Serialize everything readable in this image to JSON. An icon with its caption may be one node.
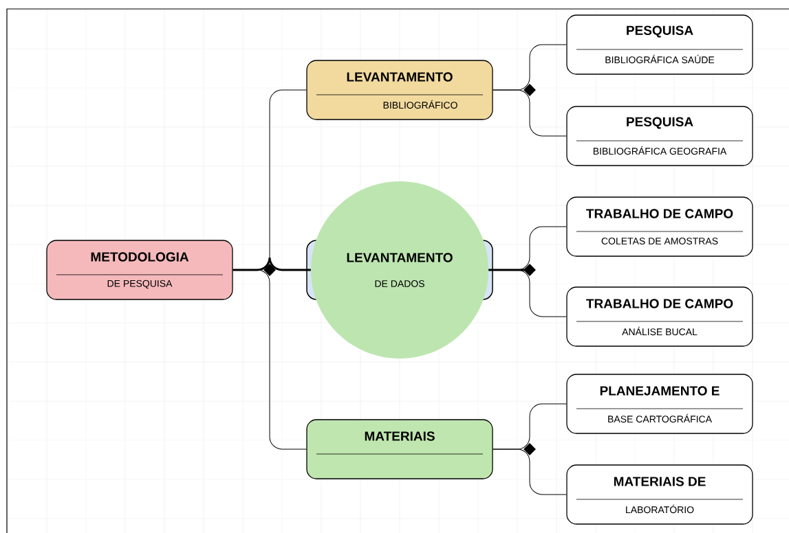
{
  "diagram": {
    "nodes": [
      {
        "text": [
          "METODOLOGIA",
          "DE PESQUISA"
        ]
      },
      {
        "text": [
          "LEVANTAMENTO",
          "BIBLIOGRÁFICO"
        ]
      },
      {
        "text": [
          "LEVANTAMENTO",
          "DE DADOS"
        ]
      },
      {
        "text": [
          "MATERIAIS"
        ]
      },
      {
        "text": [
          "PESQUISA",
          "BIBLIOGRÁFICA SAÚDE"
        ]
      },
      {
        "text": [
          "PESQUISA",
          "BIBLIOGRÁFICA GEOGRAFIA"
        ]
      },
      {
        "text": [
          "TRABALHO DE CAMPO",
          "COLETAS DE AMOSTRAS"
        ]
      },
      {
        "text": [
          "TRABALHO DE CAMPO",
          "ANÁLISE BUCAL"
        ]
      },
      {
        "text": [
          "PLANEJAMENTO E",
          "BASE CARTOGRÁFICA"
        ]
      },
      {
        "text": [
          "MATERIAIS  DE",
          "LABORATÓRIO"
        ]
      }
    ],
    "edges": [
      {
        "from": 0,
        "to": 1,
        "arrow": "none"
      },
      {
        "from": 0,
        "to": 2,
        "arrow": "none",
        "style": "thick"
      },
      {
        "from": 0,
        "to": 3,
        "arrow": "none"
      },
      {
        "from": 1,
        "to": 4,
        "arrow": "none"
      },
      {
        "from": 1,
        "to": 5,
        "arrow": "none"
      },
      {
        "from": 2,
        "to": 6,
        "arrow": "none"
      },
      {
        "from": 2,
        "to": 7,
        "arrow": "none"
      },
      {
        "from": 3,
        "to": 8,
        "arrow": "none"
      },
      {
        "from": 3,
        "to": 9,
        "arrow": "none"
      }
    ]
  }
}
